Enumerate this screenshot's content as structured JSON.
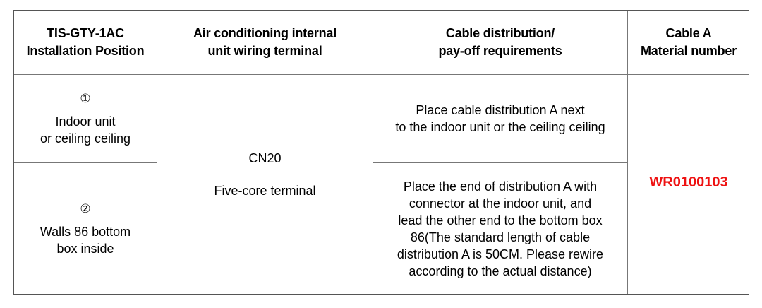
{
  "table": {
    "headers": [
      {
        "line1": "TIS-GTY-1AC",
        "line2": "Installation Position"
      },
      {
        "line1": "Air conditioning internal",
        "line2": "unit wiring terminal"
      },
      {
        "line1": "Cable distribution/",
        "line2": "pay-off requirements"
      },
      {
        "line1": "Cable A",
        "line2": "Material number"
      }
    ],
    "rows": [
      {
        "position_number": "①",
        "position_line1": "Indoor unit",
        "position_line2": "or ceiling ceiling",
        "requirement_lines": [
          "Place cable distribution A next",
          "to the indoor unit or the ceiling ceiling"
        ]
      },
      {
        "position_number": "②",
        "position_line1": "Walls 86 bottom",
        "position_line2": "box inside",
        "requirement_lines": [
          "Place the end of distribution A with",
          "connector at the indoor unit, and",
          "lead the other end to the bottom box",
          "86(The standard length of cable",
          "distribution A is 50CM. Please rewire",
          "according to the actual distance)"
        ]
      }
    ],
    "terminal": {
      "code": "CN20",
      "description": "Five-core terminal"
    },
    "material_number": "WR0100103",
    "material_color": "#ee1111"
  }
}
